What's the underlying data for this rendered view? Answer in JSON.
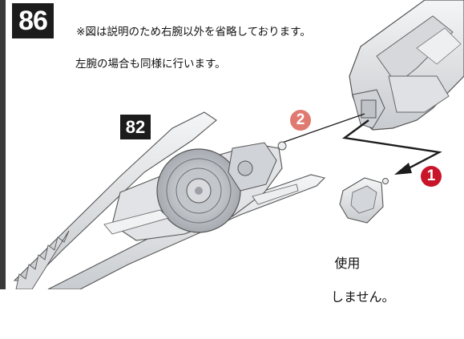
{
  "step": {
    "number": "86"
  },
  "note": {
    "line1": "※図は説明のため右腕以外を省略しております。",
    "line2": "左腕の場合も同様に行います。"
  },
  "reference": {
    "number": "82"
  },
  "callouts": {
    "first": "1",
    "second": "2"
  },
  "unused_label": {
    "line1": "使用",
    "line2": "しません。"
  },
  "colors": {
    "badge_1": "#c9152a",
    "badge_2": "#e07a70",
    "step_box": "#1c1c1c",
    "part_fill": "#e9eaec",
    "part_shadow": "#b9bcc1"
  }
}
